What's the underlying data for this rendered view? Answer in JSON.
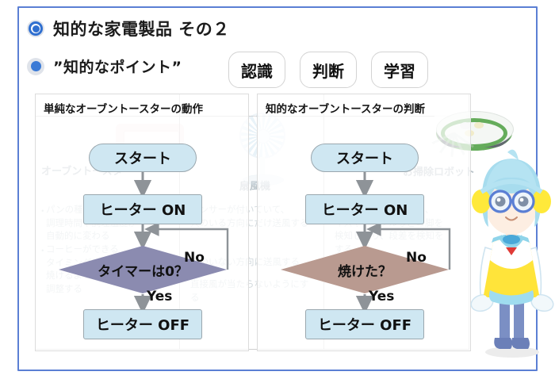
{
  "slide": {
    "accent_border": "#5b7fd4",
    "heading": "知的な家電製品 その２",
    "subheading": "”知的なポイント”",
    "chips": [
      {
        "label": "認識"
      },
      {
        "label": "判断"
      },
      {
        "label": "学習"
      }
    ]
  },
  "panels": [
    {
      "title": "単純なオーブントースターの動作",
      "start": "スタート",
      "heater_on": "ヒーター ON",
      "decision": "タイマーは0？",
      "decision_color": "#8b8bb0",
      "heater_off": "ヒーター OFF",
      "label_no": "No",
      "label_yes": "Yes",
      "node_color": "#cfe7f2"
    },
    {
      "title": "知的なオーブントースターの判断",
      "start": "スタート",
      "heater_on": "ヒーター ON",
      "decision": "焼けた？",
      "decision_color": "#b99a90",
      "heater_off": "ヒーター OFF",
      "label_no": "No",
      "label_yes": "Yes",
      "node_color": "#cfe7f2"
    }
  ],
  "background_table": {
    "columns": [
      {
        "title": "オーブントースター",
        "bullets": [
          "パンの種類に応じて\n調理時間や調理温度が\n自動的に変わる",
          "コーヒーができる\nタイミングでパンが\n焼けるように時間を\n調整する"
        ]
      },
      {
        "title": "扇風機",
        "bullets": [
          "センサーが付いていて、\n人のいる方向にだけ送風する",
          "人のいない方向に送風する",
          "直接風が当たらないようにする"
        ]
      },
      {
        "title": "お掃除ロボット",
        "bullets": [
          "センサーが付いていて、\nイスやテーブルなどの脚を\n検知したり、段差を検知を\nする"
        ]
      }
    ],
    "pictures": [
      {
        "name": "toaster-picture"
      },
      {
        "name": "fan-picture"
      },
      {
        "name": "robot-vacuum-picture"
      }
    ]
  },
  "mascot": {
    "name": "robot-girl-mascot",
    "hair_color": "#aee0ef",
    "dress_color": "#ffe43a",
    "headphone_color": "#ffe93a"
  }
}
